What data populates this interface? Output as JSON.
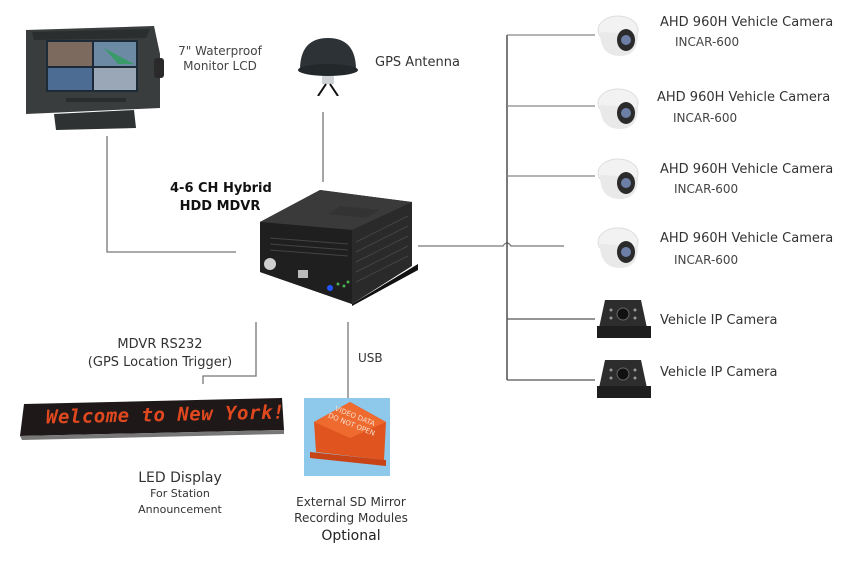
{
  "diagram": {
    "colors": {
      "wire": "#777777",
      "wire_dark": "#333333",
      "led_text": "#e0481f",
      "sd_box": "#e0541f",
      "sd_bg": "#8ec9ec",
      "device_dark": "#2a2a2a"
    },
    "monitor": {
      "icon": "monitor-lcd-icon",
      "label_line1": "7\" Waterproof",
      "label_line2": "Monitor LCD"
    },
    "gps_antenna": {
      "icon": "gps-antenna-icon",
      "label": "GPS Antenna"
    },
    "mdvr": {
      "icon": "mdvr-unit-icon",
      "label_line1": "4-6 CH Hybrid",
      "label_line2": "HDD MDVR"
    },
    "cameras": [
      {
        "type": "dome",
        "icon": "dome-camera-icon",
        "label": "AHD 960H Vehicle Camera",
        "model": "INCAR-600"
      },
      {
        "type": "dome",
        "icon": "dome-camera-icon",
        "label": "AHD 960H Vehicle Camera",
        "model": "INCAR-600"
      },
      {
        "type": "dome",
        "icon": "dome-camera-icon",
        "label": "AHD 960H Vehicle Camera",
        "model": "INCAR-600"
      },
      {
        "type": "dome",
        "icon": "dome-camera-icon",
        "label": "AHD 960H Vehicle Camera",
        "model": "INCAR-600"
      },
      {
        "type": "ip",
        "icon": "ip-camera-icon",
        "label": "Vehicle IP Camera"
      },
      {
        "type": "ip",
        "icon": "ip-camera-icon",
        "label": "Vehicle IP Camera"
      }
    ],
    "rs232": {
      "label_line1": "MDVR RS232",
      "label_line2": "(GPS Location Trigger)"
    },
    "led_display": {
      "icon": "led-display-icon",
      "screen_text": "Welcome to New York!",
      "label_line1": "LED Display",
      "label_line2": "For Station",
      "label_line3": "Announcement"
    },
    "usb": {
      "label": "USB"
    },
    "sd_module": {
      "icon": "sd-mirror-module-icon",
      "box_text_line1": "VIDEO DATA",
      "box_text_line2": "DO NOT OPEN",
      "label_line1": "External SD Mirror",
      "label_line2": "Recording Modules",
      "label_line3": "Optional"
    }
  }
}
